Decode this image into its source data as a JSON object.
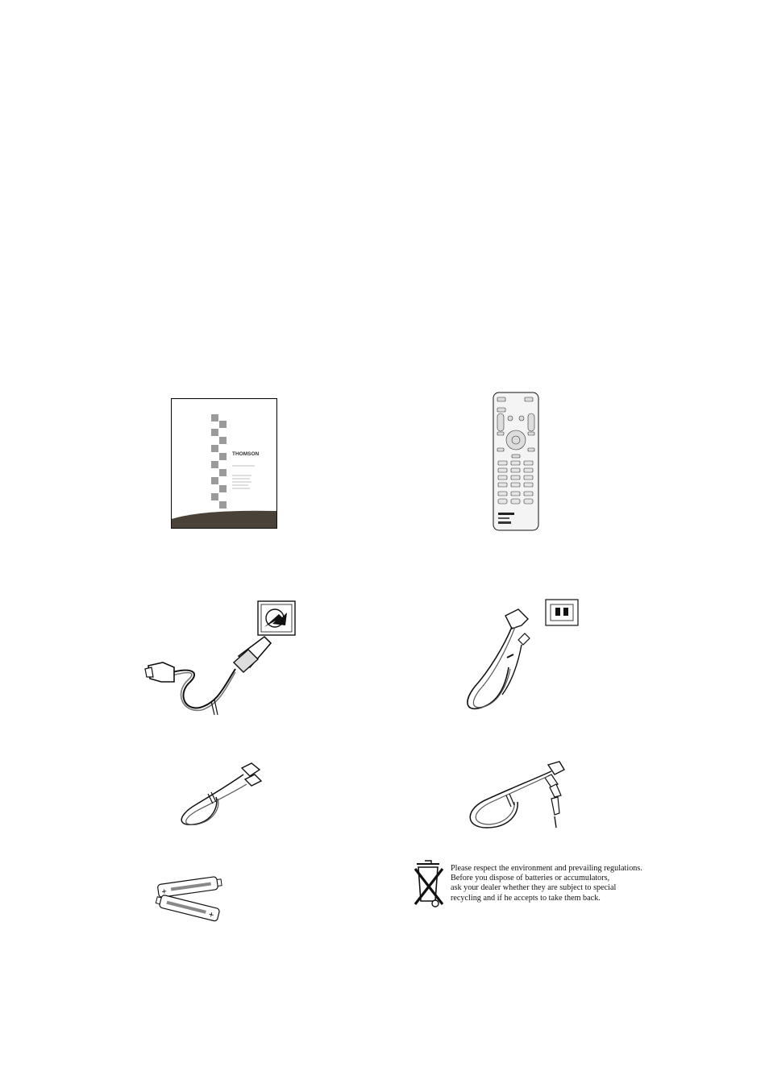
{
  "manual": {
    "brand": "THOMSON"
  },
  "notice": {
    "lines": [
      "Please respect the environment and prevailing regulations.",
      "Before you dispose of batteries or accumulators,",
      "ask your dealer whether they are subject to special",
      "recycling and if he accepts to take them back."
    ]
  },
  "colors": {
    "ink": "#111111",
    "manual_footer": "#4a4238",
    "remote_body": "#f4f4f4"
  },
  "icons": {
    "recycle": "crossed-out-wheelie-bin-icon",
    "battery": "battery-icon"
  }
}
